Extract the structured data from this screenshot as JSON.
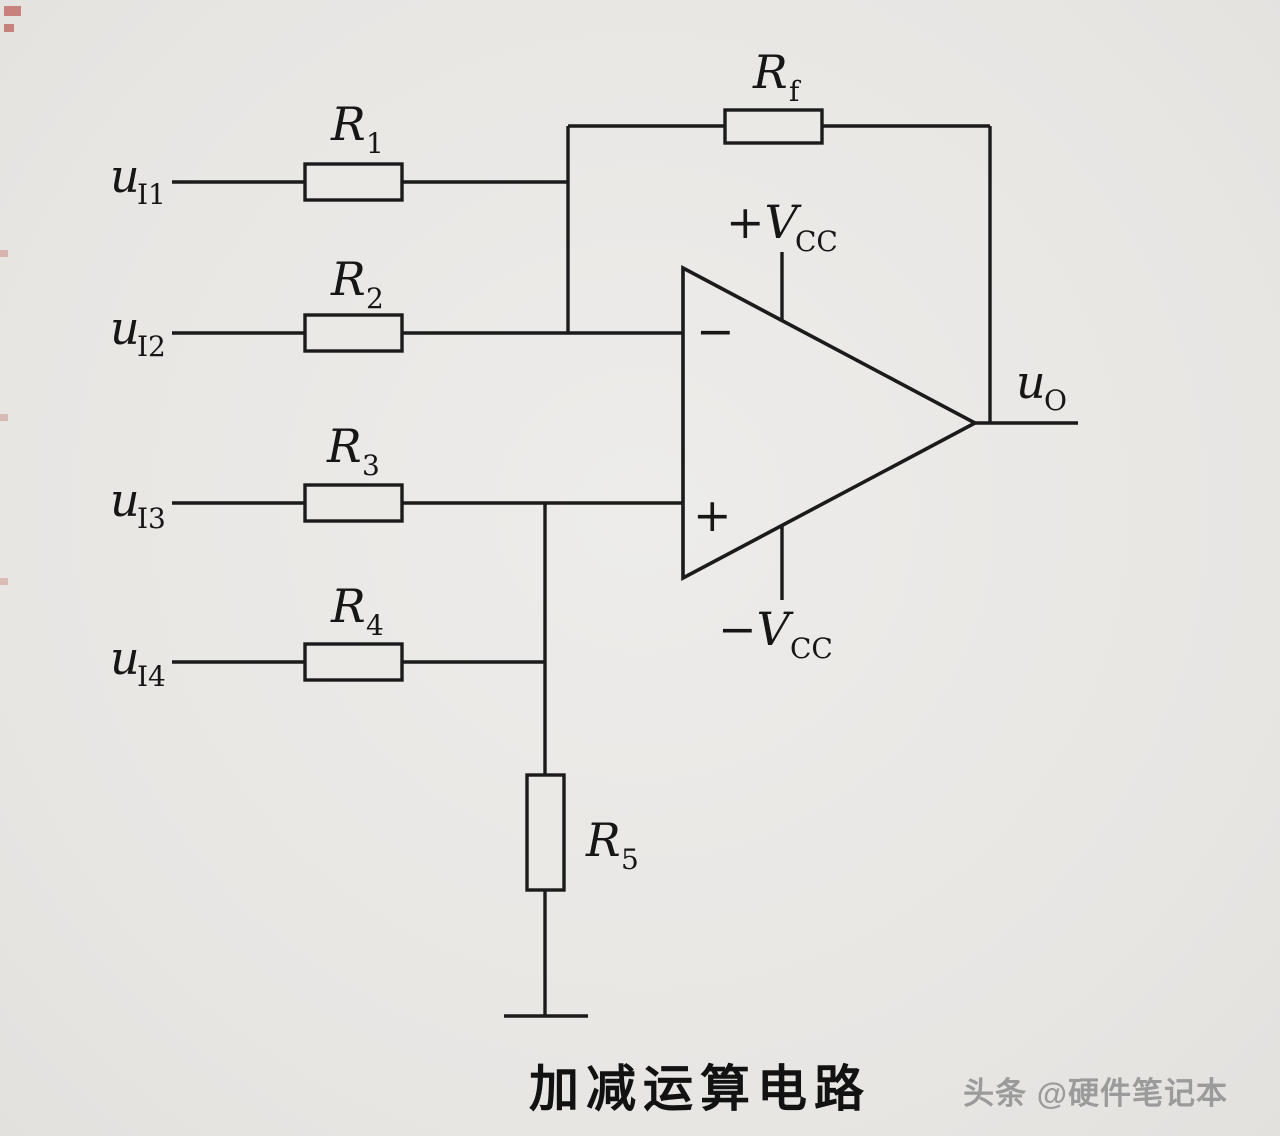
{
  "colors": {
    "background": "#eae8e5",
    "ink": "#1b1b1b",
    "watermark_gray": "#9b9b9b",
    "edge_artifact_red": "#b2342a"
  },
  "caption": "加减运算电路",
  "watermark": "头条 @硬件笔记本",
  "opamp": {
    "inverting_sign": "−",
    "noninverting_sign": "+"
  },
  "labels": {
    "u_i1": {
      "base": "u",
      "sub": "I1"
    },
    "u_i2": {
      "base": "u",
      "sub": "I2"
    },
    "u_i3": {
      "base": "u",
      "sub": "I3"
    },
    "u_i4": {
      "base": "u",
      "sub": "I4"
    },
    "r1": {
      "base": "R",
      "sub": "1"
    },
    "r2": {
      "base": "R",
      "sub": "2"
    },
    "r3": {
      "base": "R",
      "sub": "3"
    },
    "r4": {
      "base": "R",
      "sub": "4"
    },
    "r5": {
      "base": "R",
      "sub": "5"
    },
    "rf": {
      "base": "R",
      "sub": "f"
    },
    "vcc_pos": {
      "base": "+V",
      "sub": "CC"
    },
    "vcc_neg": {
      "base": "−V",
      "sub": "CC"
    },
    "u_o": {
      "base": "u",
      "sub": "O"
    }
  }
}
